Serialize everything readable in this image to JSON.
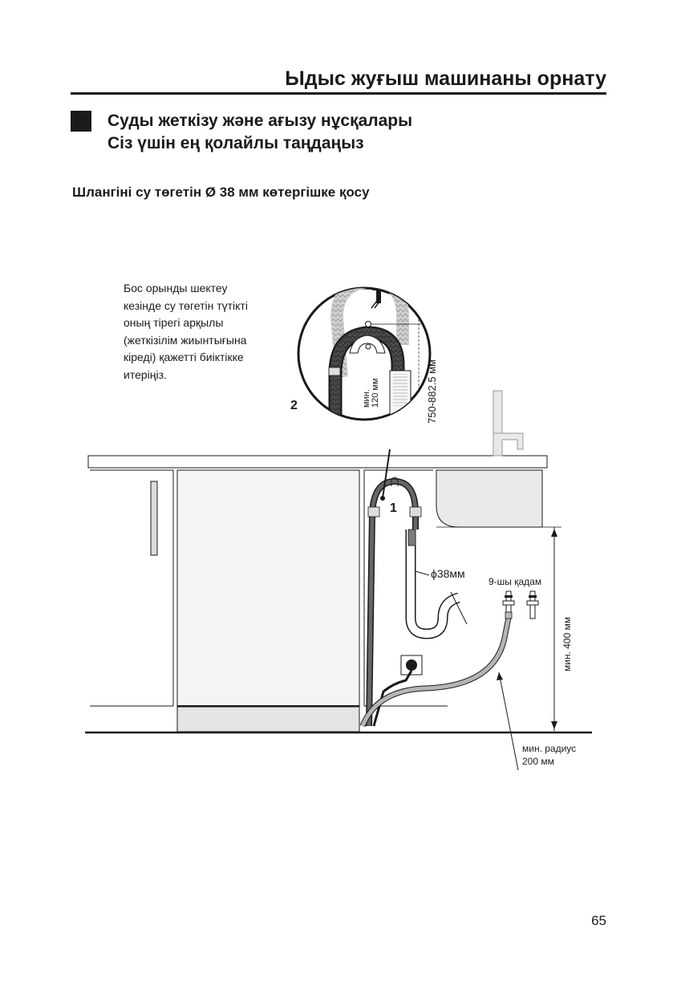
{
  "header": {
    "title": "Ыдыс жуғыш машинаны орнату"
  },
  "section": {
    "title_line1": "Суды жеткізу және ағызу нұсқалары",
    "title_line2": "Сіз үшін ең қолайлы таңдаңыз"
  },
  "subtitle": "Шлангіні су төгетін Ø 38 мм көтергішке қосу",
  "callout": {
    "lines": [
      "Бос орынды шектеу",
      "кезінде су төгетін түтікті",
      "оның тірегі арқылы",
      "(жеткізілім жиынтығына",
      "кіреді) қажетті биіктікке",
      "итеріңіз."
    ]
  },
  "diagram": {
    "marker_1": "1",
    "marker_2": "2",
    "min_height_label_line1": "мин.",
    "min_height_label_line2": "120 мм",
    "height_range_label": "750-882.5 мм",
    "pipe_diameter_label": "ϕ38мм",
    "step_label": "9-шы қадам",
    "min_400_label": "мин. 400 мм",
    "min_radius_line1": "мин. радиус",
    "min_radius_line2": "200 мм"
  },
  "page_number": "65"
}
